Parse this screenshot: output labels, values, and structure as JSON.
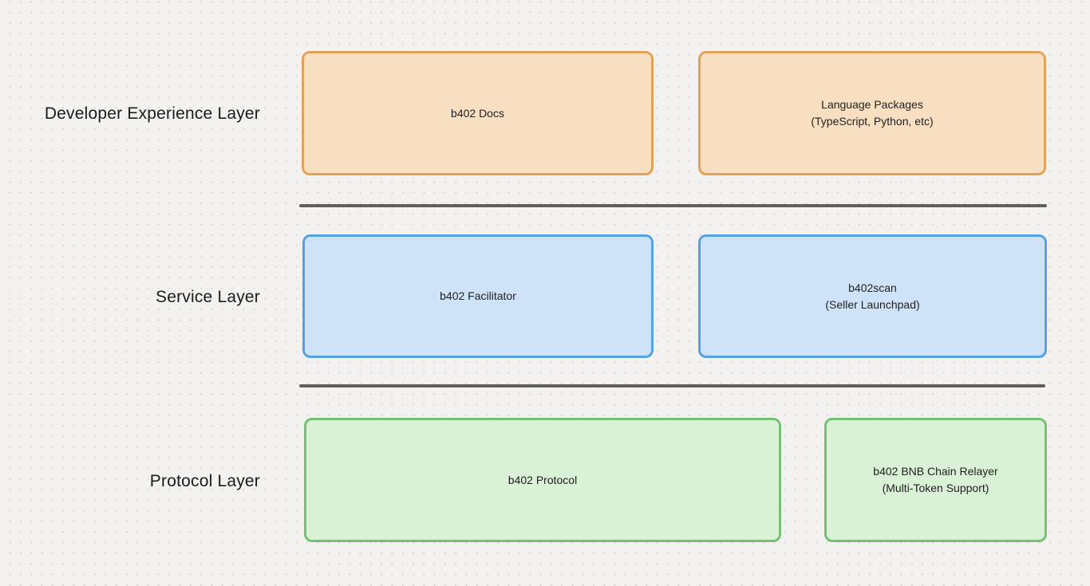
{
  "diagram": {
    "background_color": "#f3f2f0",
    "dot_color": "#d3d2d0",
    "divider_color": "#5f5f5f",
    "text_color": "#1e1e1e",
    "layers": [
      {
        "label": "Developer Experience Layer",
        "theme": {
          "border": "#e2a257",
          "fill": "#f8dfc1"
        },
        "boxes": [
          {
            "name": "b402-docs",
            "lines": [
              "b402 Docs"
            ]
          },
          {
            "name": "language-packages",
            "lines": [
              "Language Packages",
              "(TypeScript, Python, etc)"
            ]
          }
        ]
      },
      {
        "label": "Service Layer",
        "theme": {
          "border": "#55a1e3",
          "fill": "#cfe3f8"
        },
        "boxes": [
          {
            "name": "b402-facilitator",
            "lines": [
              "b402 Facilitator"
            ]
          },
          {
            "name": "b402scan",
            "lines": [
              "b402scan",
              "(Seller Launchpad)"
            ]
          }
        ]
      },
      {
        "label": "Protocol Layer",
        "theme": {
          "border": "#74c176",
          "fill": "#d9f1d4"
        },
        "boxes": [
          {
            "name": "b402-protocol",
            "lines": [
              "b402 Protocol"
            ]
          },
          {
            "name": "b402-bnb-chain-relayer",
            "lines": [
              "b402 BNB Chain Relayer",
              "(Multi-Token Support)"
            ]
          }
        ]
      }
    ]
  }
}
